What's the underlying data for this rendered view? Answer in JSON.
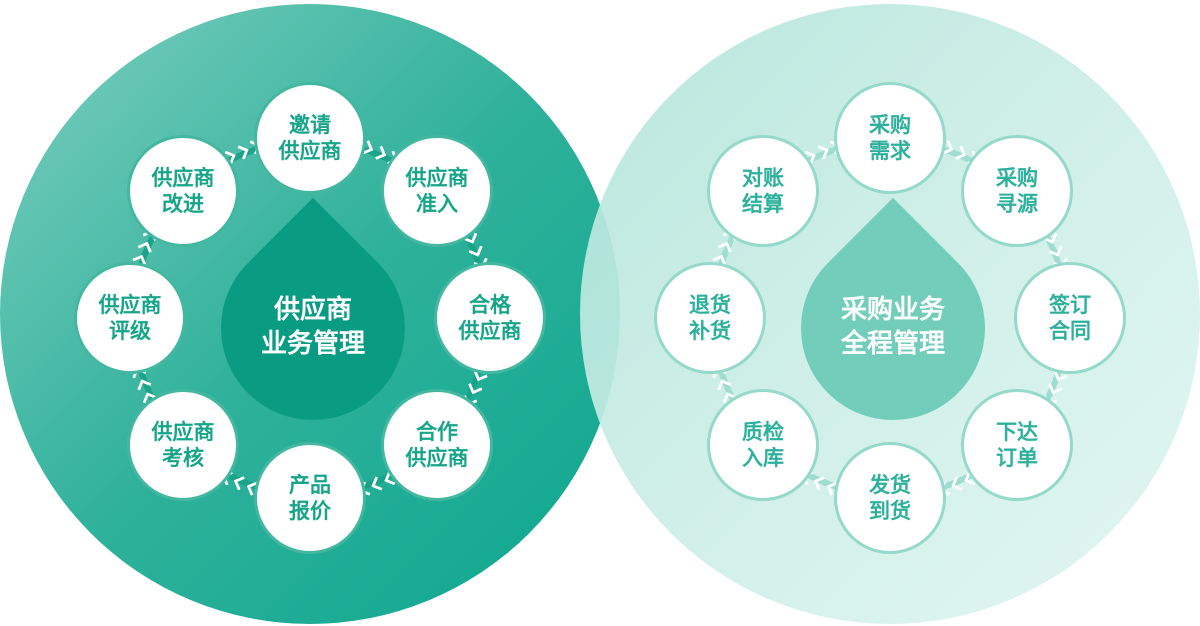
{
  "diagram": {
    "flow_direction": "clockwise",
    "left": {
      "title_lines": [
        "供应商",
        "业务管理"
      ],
      "colors": {
        "circle_gradient_from": "#7fcfc0",
        "circle_gradient_to": "#0ca78f",
        "droplet": "#0a9c83",
        "connector": "#1aa389",
        "node_border": "#44b7a1",
        "node_text": "#17a58a",
        "chevron": "#ffffff"
      },
      "nodes": [
        {
          "lines": [
            "邀请",
            "供应商"
          ]
        },
        {
          "lines": [
            "供应商",
            "准入"
          ]
        },
        {
          "lines": [
            "合格",
            "供应商"
          ]
        },
        {
          "lines": [
            "合作",
            "供应商"
          ]
        },
        {
          "lines": [
            "产品",
            "报价"
          ]
        },
        {
          "lines": [
            "供应商",
            "考核"
          ]
        },
        {
          "lines": [
            "供应商",
            "评级"
          ]
        },
        {
          "lines": [
            "供应商",
            "改进"
          ]
        }
      ]
    },
    "right": {
      "title_lines": [
        "采购业务",
        "全程管理"
      ],
      "colors": {
        "circle_gradient_from": "#b2e5da",
        "circle_gradient_to": "#e0f6f0",
        "droplet": "#72cdbb",
        "connector": "#9fddd0",
        "node_border": "#95d9ca",
        "node_text": "#2eb19c",
        "chevron": "#ffffff"
      },
      "nodes": [
        {
          "lines": [
            "采购",
            "需求"
          ]
        },
        {
          "lines": [
            "采购",
            "寻源"
          ]
        },
        {
          "lines": [
            "签订",
            "合同"
          ]
        },
        {
          "lines": [
            "下达",
            "订单"
          ]
        },
        {
          "lines": [
            "发货",
            "到货"
          ]
        },
        {
          "lines": [
            "质检",
            "入库"
          ]
        },
        {
          "lines": [
            "退货",
            "补货"
          ]
        },
        {
          "lines": [
            "对账",
            "结算"
          ]
        }
      ]
    }
  }
}
